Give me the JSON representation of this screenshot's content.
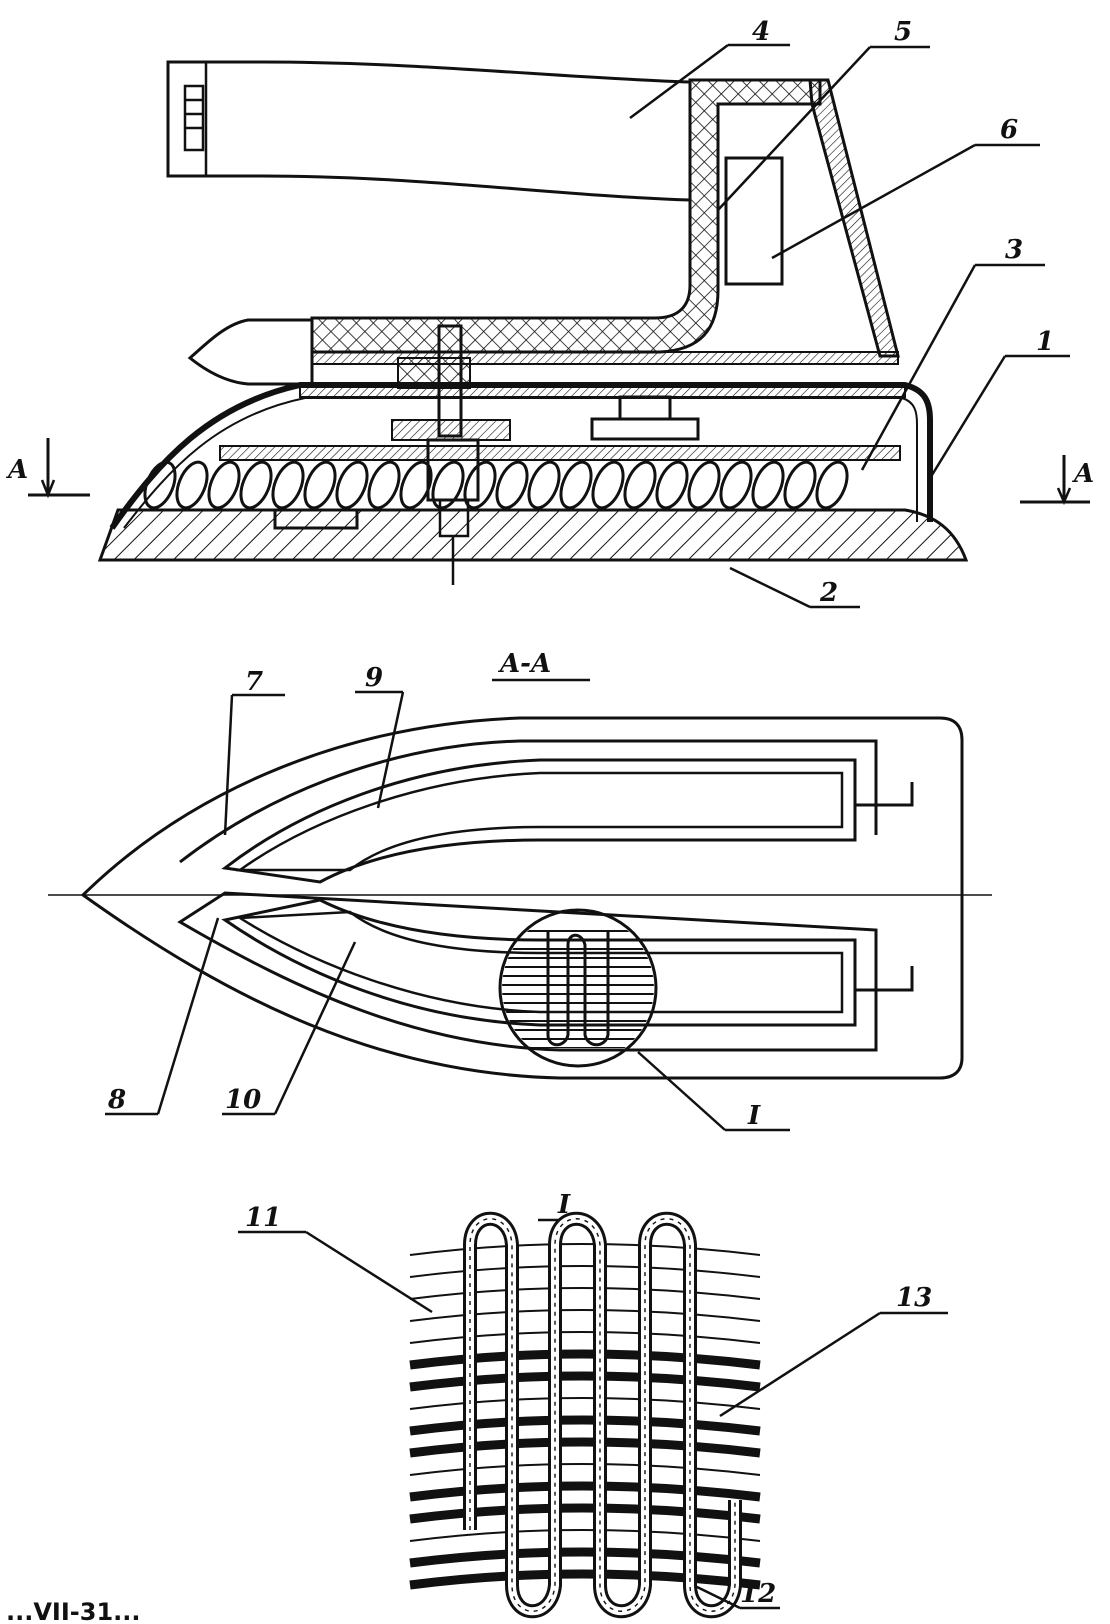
{
  "callouts": {
    "c1": "1",
    "c2": "2",
    "c3": "3",
    "c4": "4",
    "c5": "5",
    "c6": "6",
    "c7": "7",
    "c8": "8",
    "c9": "9",
    "c10": "10",
    "c11": "11",
    "c12": "12",
    "c13": "13"
  },
  "section": {
    "marker_left": "A",
    "marker_right": "A",
    "title": "A-A"
  },
  "detail": {
    "marker": "I",
    "title": "I"
  },
  "caption_fragment": "...VII-31..."
}
